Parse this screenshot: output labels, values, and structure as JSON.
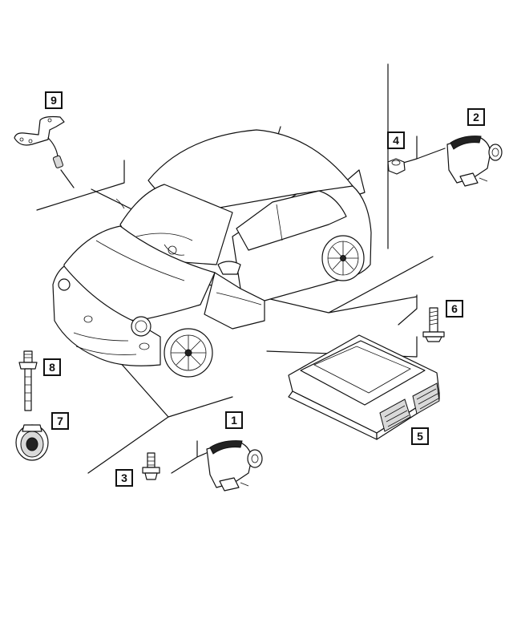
{
  "callouts": {
    "c1": "1",
    "c2": "2",
    "c3": "3",
    "c4": "4",
    "c5": "5",
    "c6": "6",
    "c7": "7",
    "c8": "8",
    "c9": "9"
  },
  "colors": {
    "line": "#111111",
    "background": "#ffffff"
  }
}
